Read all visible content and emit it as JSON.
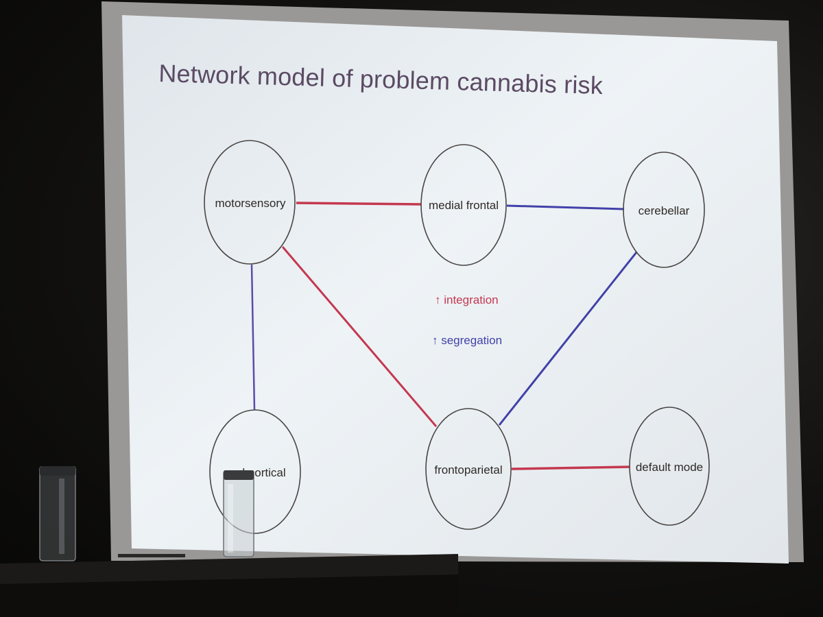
{
  "slide": {
    "title": "Network model of problem cannabis risk",
    "nodes": [
      {
        "id": "motorsensory",
        "label": "motorsensory"
      },
      {
        "id": "medial-frontal",
        "label": "medial frontal"
      },
      {
        "id": "cerebellar",
        "label": "cerebellar"
      },
      {
        "id": "subcortical",
        "label": "subcortical"
      },
      {
        "id": "frontoparietal",
        "label": "frontoparietal"
      },
      {
        "id": "default-mode",
        "label": "default mode"
      }
    ],
    "edges": [
      {
        "from": "motorsensory",
        "to": "medial-frontal",
        "type": "integration"
      },
      {
        "from": "medial-frontal",
        "to": "cerebellar",
        "type": "segregation"
      },
      {
        "from": "motorsensory",
        "to": "subcortical",
        "type": "segregation"
      },
      {
        "from": "motorsensory",
        "to": "frontoparietal",
        "type": "integration"
      },
      {
        "from": "cerebellar",
        "to": "frontoparietal",
        "type": "segregation"
      },
      {
        "from": "frontoparietal",
        "to": "default-mode",
        "type": "integration"
      }
    ],
    "legend": {
      "integration": "↑ integration",
      "segregation": "↑ segregation"
    }
  },
  "colors": {
    "integration": "#c4384f",
    "segregation": "#4141a8",
    "title": "#5b4a63",
    "node_stroke": "#4a4644"
  }
}
